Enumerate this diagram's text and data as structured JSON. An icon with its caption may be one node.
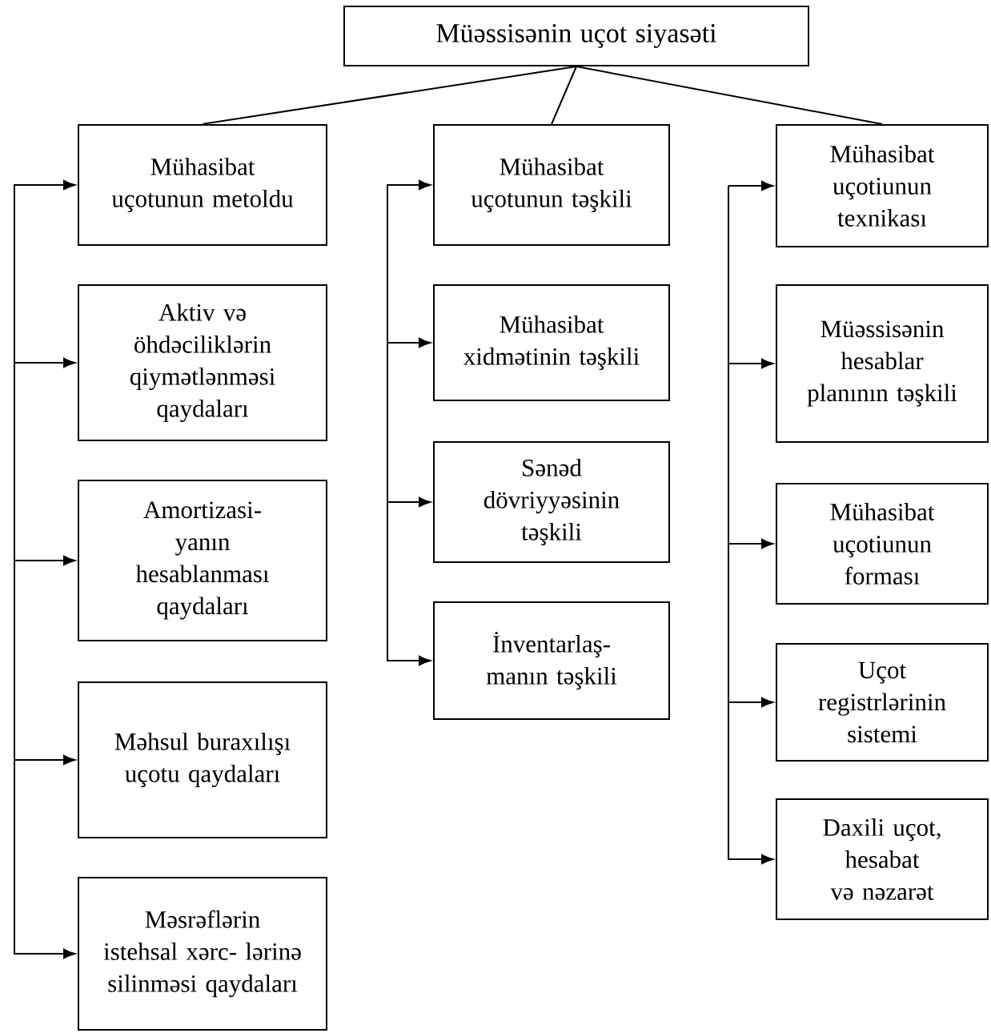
{
  "diagram": {
    "nodes": [
      {
        "text": [
          "Müəssisənin uçot siyasəti"
        ]
      },
      {
        "text": [
          "Mühasibat uçotunun metoldu"
        ]
      },
      {
        "text": [
          "Aktiv və öhdəciliklərin qiymətlənməsi qaydaları"
        ]
      },
      {
        "text": [
          "Amortizasi- yanın hesablanması qaydaları"
        ]
      },
      {
        "text": [
          "Məhsul buraxılışı uçotu qaydaları"
        ]
      },
      {
        "text": [
          "Məsrəflərin istehsal xərc- lərinə silinməsi qaydaları"
        ]
      },
      {
        "text": [
          "Mühasibat uçotunun təşkili"
        ]
      },
      {
        "text": [
          "Mühasibat xidmətinin təşkili"
        ]
      },
      {
        "text": [
          "Sənəd dövriyyəsinin təşkili"
        ]
      },
      {
        "text": [
          "İnventarlaş- manın təşkili"
        ]
      },
      {
        "text": [
          "Mühasibat uçotiunun texnikası"
        ]
      },
      {
        "text": [
          "Müəssisənin hesablar planının təşkili"
        ]
      },
      {
        "text": [
          "Mühasibat uçotiunun forması"
        ]
      },
      {
        "text": [
          "Uçot registrlərinin sistemi"
        ]
      },
      {
        "text": [
          "Daxili uçot, hesabat və nəzarət"
        ]
      }
    ],
    "edges": [
      {
        "from": 0,
        "to": 1,
        "arrow": "none"
      },
      {
        "from": 0,
        "to": 6,
        "arrow": "none"
      },
      {
        "from": 0,
        "to": 10,
        "arrow": "none"
      },
      {
        "from": null,
        "to": 1,
        "arrow": "to"
      },
      {
        "from": null,
        "to": 2,
        "arrow": "to"
      },
      {
        "from": null,
        "to": 3,
        "arrow": "to"
      },
      {
        "from": null,
        "to": 4,
        "arrow": "to"
      },
      {
        "from": null,
        "to": 5,
        "arrow": "to"
      },
      {
        "from": null,
        "to": 6,
        "arrow": "to"
      },
      {
        "from": null,
        "to": 7,
        "arrow": "to"
      },
      {
        "from": null,
        "to": 8,
        "arrow": "to"
      },
      {
        "from": null,
        "to": 9,
        "arrow": "to"
      },
      {
        "from": null,
        "to": 10,
        "arrow": "to"
      },
      {
        "from": null,
        "to": 11,
        "arrow": "to"
      },
      {
        "from": null,
        "to": 12,
        "arrow": "to"
      },
      {
        "from": null,
        "to": 13,
        "arrow": "to"
      },
      {
        "from": null,
        "to": 14,
        "arrow": "to"
      }
    ]
  }
}
